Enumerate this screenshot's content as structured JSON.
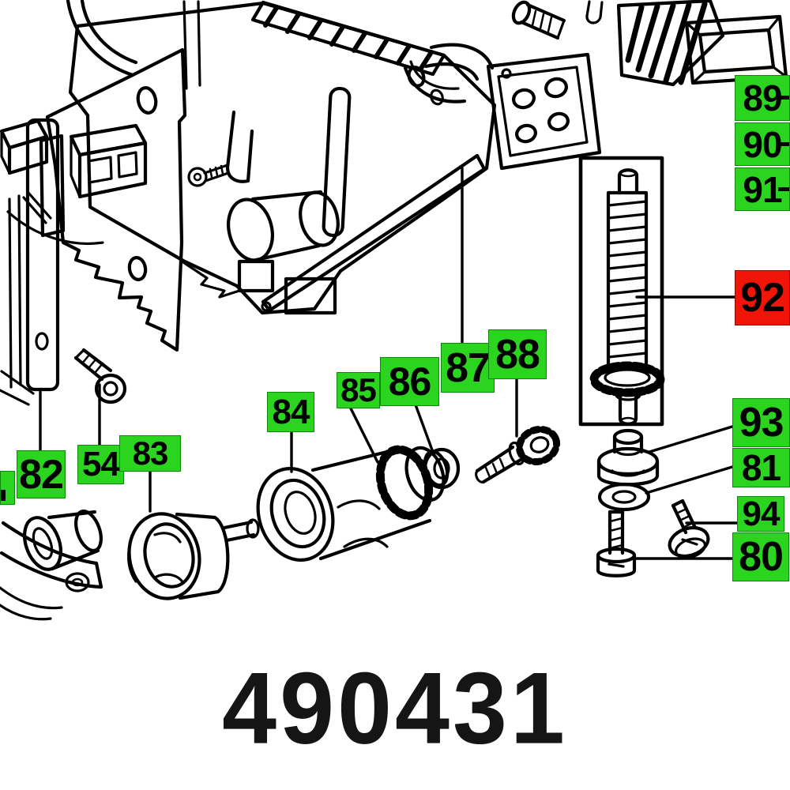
{
  "page": {
    "background": "#ffffff"
  },
  "colors": {
    "label_green": "#2bd41f",
    "label_red": "#f11408",
    "highlight_outline_red": "#e8431d",
    "ink_black": "#000000"
  },
  "diagram": {
    "highlighted_label": "92",
    "labels": {
      "p54": "54",
      "p80": "80",
      "p81": "81",
      "p82": "82",
      "p83": "83",
      "p84": "84",
      "p85": "85",
      "p86": "86",
      "p87": "87",
      "p88": "88",
      "p89": "89",
      "p90": "90",
      "p91": "91",
      "p92": "92",
      "p93": "93",
      "p94": "94",
      "clipped": ""
    }
  },
  "footer": {
    "part_number": "490431"
  }
}
